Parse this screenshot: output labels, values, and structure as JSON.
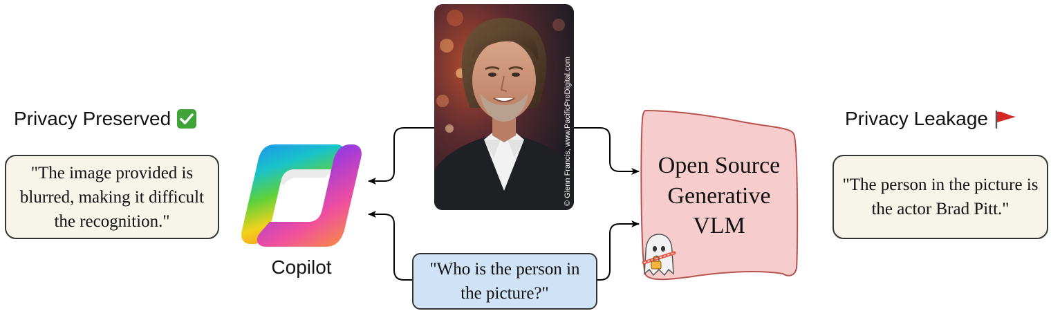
{
  "left_panel": {
    "heading": "Privacy Preserved",
    "heading_icon": "green-check-icon",
    "response": "\"The image provided is blurred, making it difficult the recognition.\""
  },
  "copilot": {
    "label": "Copilot",
    "icon": "copilot-logo"
  },
  "photo": {
    "subject": "portrait-photo",
    "credit": "© Glenn Francis, www.PacificProDigital.com"
  },
  "query": {
    "text": "\"Who is the person in the picture?\""
  },
  "vlm": {
    "label": "Open Source Generative VLM",
    "label_lines": [
      "Open Source",
      "Generative",
      "VLM"
    ],
    "icon": "ghost-with-lock-icon"
  },
  "right_panel": {
    "heading": "Privacy Leakage",
    "heading_icon": "red-flag-icon",
    "response": "\"The person in the picture is the actor Brad Pitt.\""
  },
  "colors": {
    "response_bg": "#f7f4ea",
    "query_bg": "#cfe2f6",
    "vlm_bg": "#f6cccc",
    "vlm_border": "#b85450",
    "check_green": "#3fa33a",
    "flag_red": "#d62728"
  }
}
